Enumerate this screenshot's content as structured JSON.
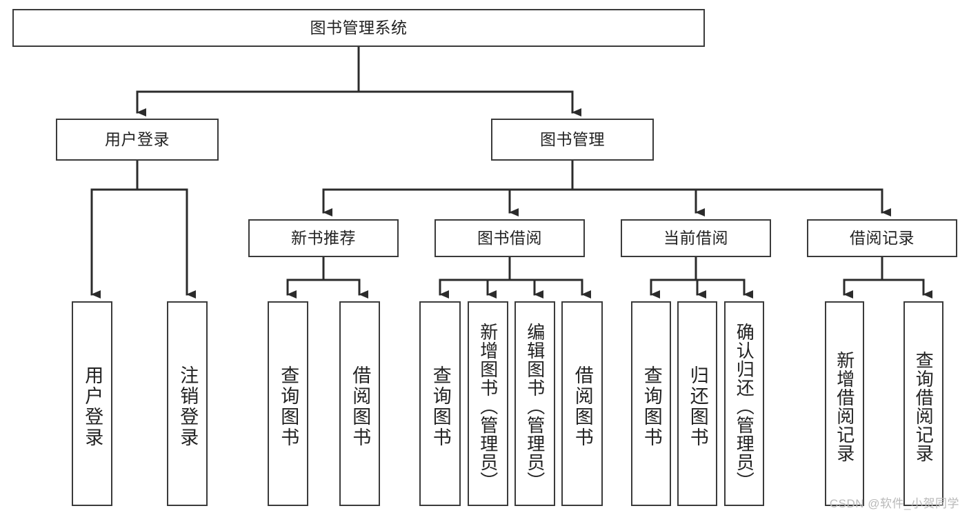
{
  "diagram": {
    "title": "图书管理系统",
    "type": "tree",
    "orientation": "top-down",
    "colors": {
      "box_border": "#3a3a3a",
      "box_fill": "#ffffff",
      "connector": "#2b2b2b",
      "text": "#222222",
      "watermark": "#b9b9b9",
      "background": "#ffffff"
    },
    "root": {
      "label": "图书管理系统"
    },
    "level2": [
      {
        "label": "用户登录"
      },
      {
        "label": "图书管理"
      }
    ],
    "level3": [
      {
        "label": "新书推荐"
      },
      {
        "label": "图书借阅"
      },
      {
        "label": "当前借阅"
      },
      {
        "label": "借阅记录"
      }
    ],
    "leaves": {
      "user_login": [
        {
          "label": "用户登录"
        },
        {
          "label": "注销登录"
        }
      ],
      "new_book_recommend": [
        {
          "label": "查询图书"
        },
        {
          "label": "借阅图书"
        }
      ],
      "book_borrow": [
        {
          "label": "查询图书"
        },
        {
          "label": "新增图书（管理员）"
        },
        {
          "label": "编辑图书（管理员）"
        },
        {
          "label": "借阅图书"
        }
      ],
      "current_borrow": [
        {
          "label": "查询图书"
        },
        {
          "label": "归还图书"
        },
        {
          "label": "确认归还（管理员）"
        }
      ],
      "borrow_record": [
        {
          "label": "新增借阅记录"
        },
        {
          "label": "查询借阅记录"
        }
      ]
    }
  },
  "watermark": {
    "text": "CSDN @软件_小贺同学"
  }
}
